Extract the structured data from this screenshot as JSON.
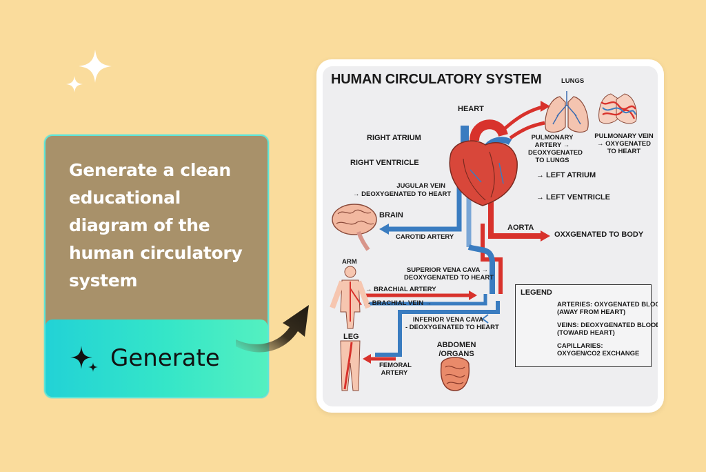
{
  "prompt": {
    "text": "Generate a clean educational diagram of the human circulatory system"
  },
  "generate_button": {
    "label": "Generate"
  },
  "diagram": {
    "title": "HUMAN CIRCULATORY SYSTEM",
    "labels": {
      "heart": "HEART",
      "lungs": "LUNGS",
      "right_atrium": "RIGHT ATRIUM",
      "right_ventricle": "RIGHT VENTRICLE",
      "pulmonary_artery_1": "PULMONARY",
      "pulmonary_artery_2": "ARTERY →",
      "pulmonary_artery_3": "DEOXYGENATED",
      "pulmonary_artery_4": "TO LUNGS",
      "pulmonary_vein_1": "PULMONARY VEIN",
      "pulmonary_vein_2": "→ OXYGENATED",
      "pulmonary_vein_3": "TO HEART",
      "left_atrium": "→ LEFT ATRIUM",
      "left_ventricle": "→ LEFT VENTRICLE",
      "jugular_1": "JUGULAR VEIN",
      "jugular_2": "→ DEOXYGENATED TO HEART",
      "brain": "BRAIN",
      "carotid": "CAROTID ARTERY",
      "aorta": "AORTA",
      "oxygenated_body": "OXXGENATED TO BODY",
      "arm": "ARM",
      "svc_1": "SUPERIOR VENA CAVA →",
      "svc_2": "DEOXYGENATED TO HEART",
      "brachial_artery": "→ BRACHIAL ARTERY",
      "brachial_vein": "- BRACHIAL VEIN →",
      "ivc_1": "INFERIOR VENA CAVA",
      "ivc_2": "- DEOXYGENATED TO HEART",
      "leg": "LEG",
      "femoral_1": "FEMORAL",
      "femoral_2": "ARTERY",
      "abdomen_1": "ABDOMEN",
      "abdomen_2": "/ORGANS"
    },
    "legend": {
      "title": "LEGEND",
      "arteries_1": "ARTERIES: OXYGENATED BLOOD",
      "arteries_2": "(AWAY FROM HEART)",
      "veins_1": "VEINS: DEOXYGENATED BLOOD",
      "veins_2": "(TOWARD HEART)",
      "capillaries_1": "CAPILLARIES:",
      "capillaries_2": "OXYGEN/CO2 EXCHANGE"
    }
  },
  "colors": {
    "background": "#fadc9c",
    "artery": "#d8322c",
    "vein": "#3a7cc0",
    "button_start": "#22d2d6",
    "button_end": "#54f0c0"
  },
  "icons": {
    "sparkles": "sparkles-icon",
    "generate": "sparkle-icon",
    "arrow": "curved-arrow-icon"
  }
}
